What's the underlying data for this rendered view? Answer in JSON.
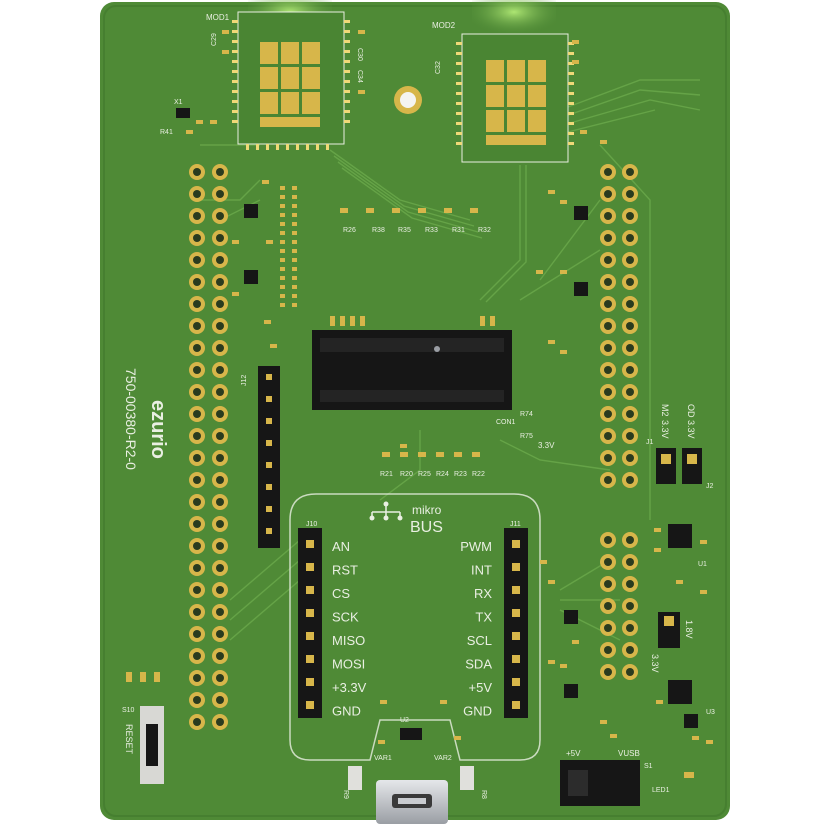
{
  "board": {
    "part_number": "750-00380-R2-0",
    "brand": "ezurio",
    "colors": {
      "pcb": "#4f8a36",
      "pcb_dark": "#3f7229",
      "trace": "#5f9c42",
      "silk": "#e9efe2",
      "gold": "#d7b64a",
      "gold_light": "#f0d978",
      "black": "#161616",
      "module_glow": "#9fe06a",
      "connector_silver": "#c9ccd0"
    }
  },
  "modules": {
    "mod1": "MOD1",
    "mod2": "MOD2"
  },
  "labels": {
    "j12": "J12",
    "j10": "J10",
    "j11": "J11",
    "j1": "J1",
    "j2": "J2",
    "s1": "S1",
    "s10": "S10",
    "reset": "RESET",
    "led1": "LED1",
    "con1": "CON1",
    "u2": "U2",
    "u1": "U1",
    "u3": "U3",
    "var1": "VAR1",
    "var2": "VAR2",
    "v33": "3.3V",
    "v18": "1.8V",
    "m2": "M2",
    "od": "OD",
    "m2_33": "3.3V",
    "od_33": "3.3V",
    "c29": "C29",
    "c30": "C30",
    "c32": "C32",
    "c34": "C34",
    "r41": "R41",
    "x1": "X1",
    "r74": "R74",
    "r75": "R75",
    "plus5v": "+5V",
    "vusb": "VUSB",
    "r9": "R9",
    "r8": "R8"
  },
  "resistor_row": [
    "R26",
    "R38",
    "R35",
    "R33",
    "R31",
    "R32"
  ],
  "resistor_row2": [
    "R21",
    "R20",
    "R25",
    "R24",
    "R23",
    "R22"
  ],
  "mikrobus": {
    "title_small": "mikro",
    "title_big": "BUS",
    "left_pins": [
      "AN",
      "RST",
      "CS",
      "SCK",
      "MISO",
      "MOSI",
      "+3.3V",
      "GND"
    ],
    "right_pins": [
      "PWM",
      "INT",
      "RX",
      "TX",
      "SCL",
      "SDA",
      "+5V",
      "GND"
    ]
  }
}
